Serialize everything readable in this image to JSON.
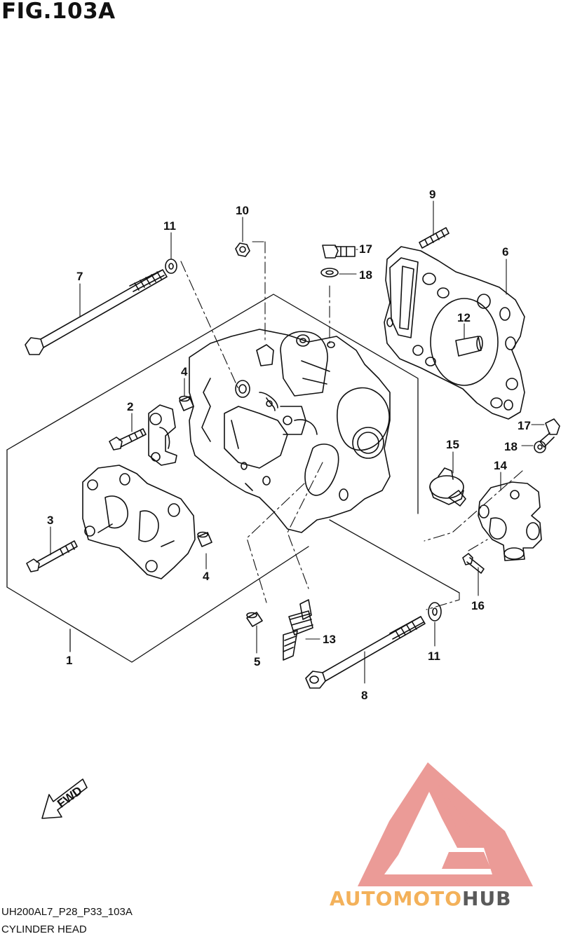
{
  "figure": {
    "title": "FIG.103A",
    "code": "UH200AL7_P28_P33_103A",
    "caption": "CYLINDER HEAD"
  },
  "callouts": {
    "c1": "1",
    "c2": "2",
    "c3": "3",
    "c4a": "4",
    "c4b": "4",
    "c5": "5",
    "c6": "6",
    "c7": "7",
    "c8": "8",
    "c9": "9",
    "c10": "10",
    "c11a": "11",
    "c11b": "11",
    "c12": "12",
    "c13": "13",
    "c14": "14",
    "c15": "15",
    "c16": "16",
    "c17a": "17",
    "c17b": "17",
    "c18a": "18",
    "c18b": "18"
  },
  "fwd_label": "FWD",
  "watermark": {
    "word_part1": "AUTOMOTO",
    "word_part2": "HUB",
    "color_logo": "#e88a86",
    "color_yellow": "#f3b15a",
    "color_dark": "#5a5a5a"
  }
}
